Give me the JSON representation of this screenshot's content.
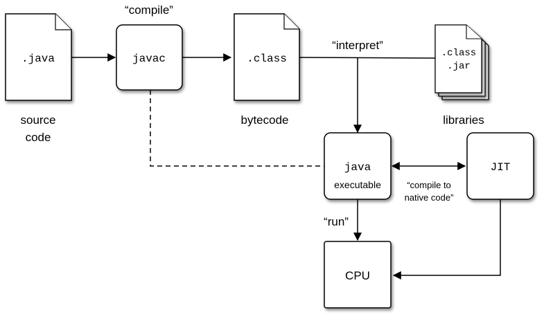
{
  "nodes": {
    "source_file": {
      "label": ".java"
    },
    "javac_box": {
      "label": "javac"
    },
    "class_file": {
      "label": ".class"
    },
    "library_file": {
      "line1": ".class",
      "line2": ".jar"
    },
    "java_box": {
      "line1": "java",
      "line2": "executable"
    },
    "jit_box": {
      "label": "JIT"
    },
    "cpu_box": {
      "label": "CPU"
    }
  },
  "captions": {
    "source_line1": "source",
    "source_line2": "code",
    "bytecode": "bytecode",
    "libraries": "libraries"
  },
  "annotations": {
    "compile": "“compile”",
    "interpret": "“interpret”",
    "run": "“run”",
    "native_line1": "“compile to",
    "native_line2": "native code”"
  }
}
